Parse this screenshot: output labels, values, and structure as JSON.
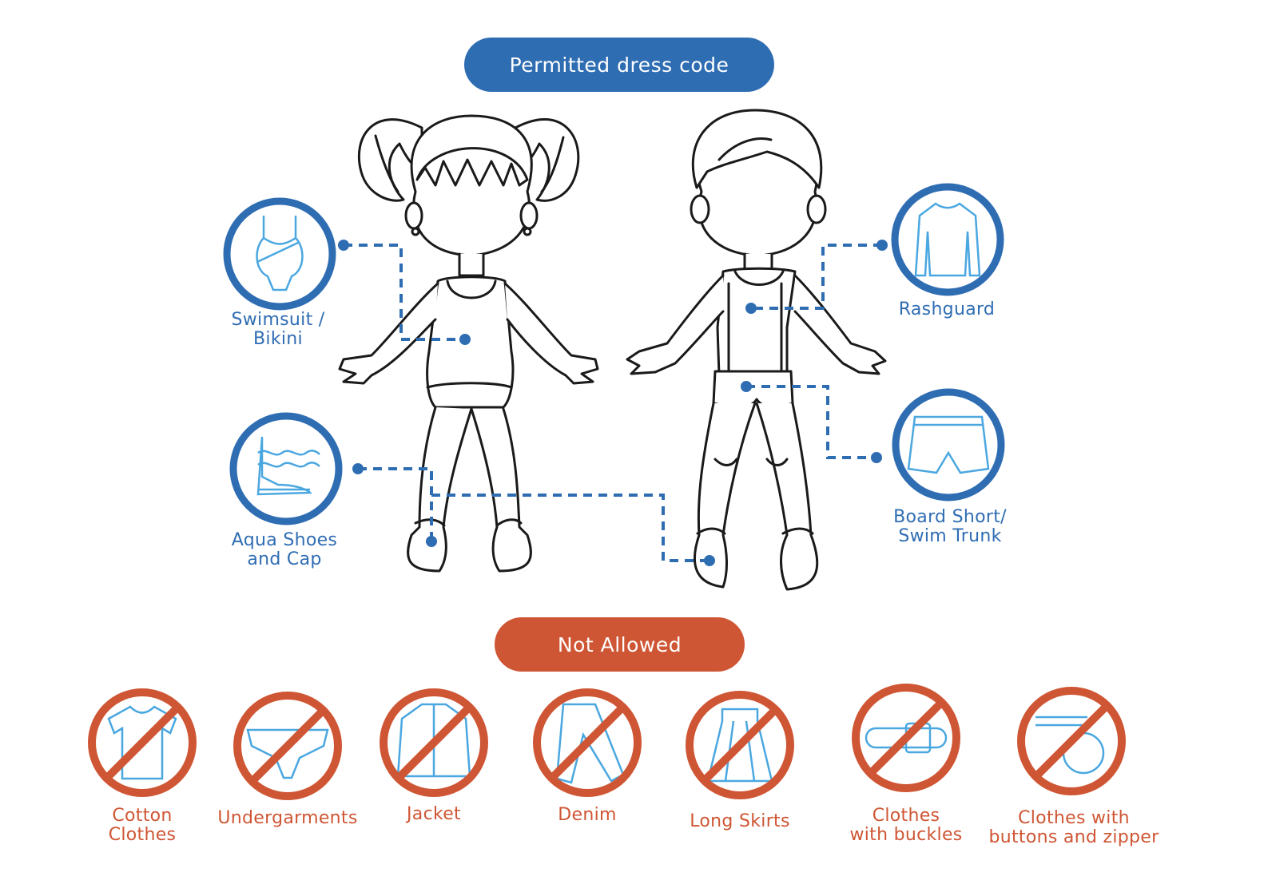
{
  "header": {
    "permitted_label": "Permitted dress code",
    "not_allowed_label": "Not Allowed"
  },
  "colors": {
    "permitted": "#2f6db3",
    "not_allowed": "#cf5634",
    "icon_line": "#4aa7e0",
    "figure_line": "#1a1a1a"
  },
  "permitted_items": [
    {
      "icon": "swimsuit-icon",
      "line1": "Swimsuit /",
      "line2": "Bikini"
    },
    {
      "icon": "aqua-shoes-icon",
      "line1": "Aqua Shoes",
      "line2": "and Cap"
    },
    {
      "icon": "rashguard-icon",
      "line1": "Rashguard",
      "line2": ""
    },
    {
      "icon": "board-short-icon",
      "line1": "Board Short/",
      "line2": "Swim Trunk"
    }
  ],
  "not_allowed_items": [
    {
      "icon": "tshirt-icon",
      "line1": "Cotton",
      "line2": "Clothes"
    },
    {
      "icon": "underwear-icon",
      "line1": "Undergarments",
      "line2": ""
    },
    {
      "icon": "jacket-icon",
      "line1": "Jacket",
      "line2": ""
    },
    {
      "icon": "jeans-icon",
      "line1": "Denim",
      "line2": ""
    },
    {
      "icon": "skirt-icon",
      "line1": "Long Skirts",
      "line2": ""
    },
    {
      "icon": "belt-icon",
      "line1": "Clothes",
      "line2": "with buckles"
    },
    {
      "icon": "zipper-button-icon",
      "line1": "Clothes with",
      "line2": "buttons and zipper"
    }
  ]
}
